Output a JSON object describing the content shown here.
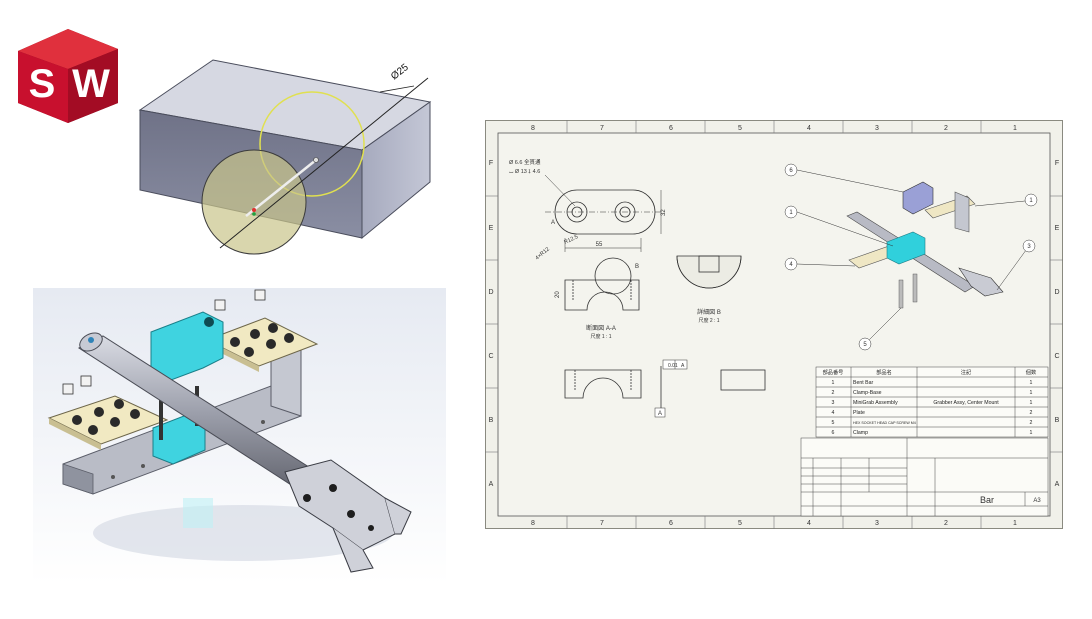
{
  "logo": {
    "letters": [
      "S",
      "W"
    ],
    "brand_red": "#c8102e"
  },
  "block_view": {
    "dimension_label": "Ø25"
  },
  "drawing": {
    "column_labels_top": [
      "8",
      "7",
      "6",
      "5",
      "4",
      "3",
      "2",
      "1"
    ],
    "column_labels_bottom": [
      "8",
      "7",
      "6",
      "5",
      "4",
      "3",
      "2",
      "1"
    ],
    "row_labels_left": [
      "F",
      "E",
      "D",
      "C",
      "B",
      "A"
    ],
    "row_labels_right": [
      "F",
      "E",
      "D",
      "C",
      "B",
      "A"
    ],
    "hole_callout_line1": "Ø 6.6 全貫通",
    "hole_callout_line2": "⌴ Ø 13 ↧ 4.6",
    "dim_width": "55",
    "dim_height": "32",
    "dim_radius_top": "R12.5",
    "dim_radius_left": "4×R12",
    "dim_left_height": "20",
    "section_view_label": "断面図 A-A",
    "section_view_scale": "尺度 1 : 1",
    "detail_view_label": "詳細図 B",
    "detail_view_scale": "尺度 2 : 1",
    "detail_marker": "B",
    "section_marker_a": "A",
    "tolerance_value": "0.01",
    "tolerance_datum": "A",
    "datum_label": "A",
    "balloons": [
      "6",
      "1",
      "1",
      "3",
      "4",
      "5"
    ],
    "bom": {
      "headers": [
        "部品番号",
        "部品名",
        "注記",
        "個数"
      ],
      "rows": [
        [
          "1",
          "Bent Bar",
          "",
          "1"
        ],
        [
          "2",
          "Clamp-Base",
          "",
          "1"
        ],
        [
          "3",
          "MiniGrab Assembly",
          "Grabber Assy, Center Mount",
          "1"
        ],
        [
          "4",
          "Plate",
          "",
          "2"
        ],
        [
          "5",
          "HEX SOCKET HEAD CAP SCREW M4",
          "",
          "2"
        ],
        [
          "6",
          "Clamp",
          "",
          "1"
        ]
      ]
    },
    "title_block": {
      "part_name": "Bar",
      "sheet_size": "A3"
    }
  }
}
